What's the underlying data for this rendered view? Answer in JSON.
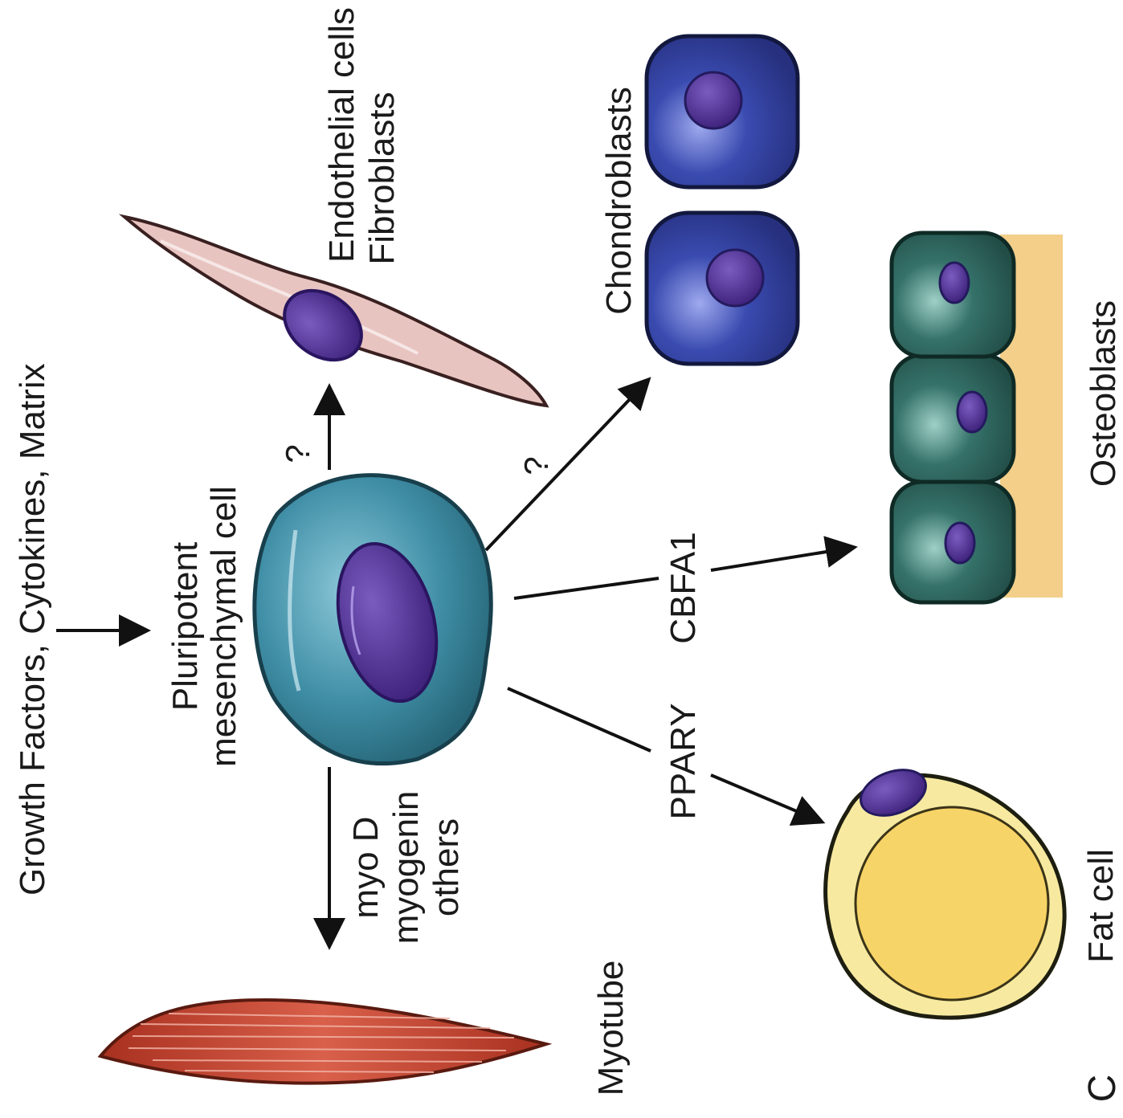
{
  "labels": {
    "top_input": "Growth Factors, Cytokines, Matrix",
    "center_line1": "Pluripotent",
    "center_line2": "mesenchymal cell",
    "myo_line1": "myo D",
    "myo_line2": "myogenin",
    "myo_line3": "others",
    "myotube": "Myotube",
    "q_fibro": "?",
    "endothelial": "Endothelial cells",
    "fibroblasts": "Fibroblasts",
    "q_chondro": "?",
    "chondroblasts": "Chondroblasts",
    "cbfa1": "CBFA1",
    "osteoblasts": "Osteoblasts",
    "ppar": "PPARY",
    "fatcell": "Fat cell",
    "panel": "C"
  },
  "colors": {
    "mesenchymal": "#3f8ea6",
    "nucleus": "#4b2a8e",
    "fibroblast": "#e8c4c0",
    "chondroblast": "#2f3e9c",
    "osteoblast": "#2c5f55",
    "bone_matrix": "#f3cf8a",
    "fat_cytoplasm": "#f7eaa0",
    "fat_droplet": "#f7d467",
    "myotube": "#c0402c"
  }
}
